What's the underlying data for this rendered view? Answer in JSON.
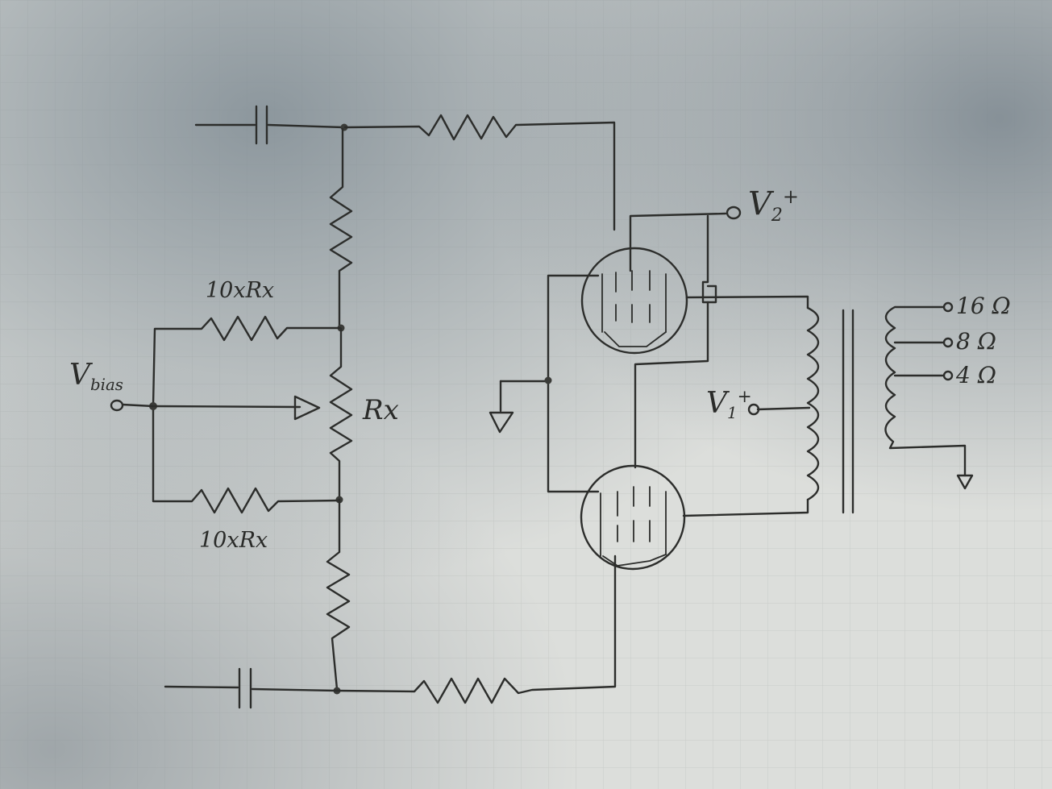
{
  "labels": {
    "upper_resistor": "10xRx",
    "lower_resistor": "10xRx",
    "pot": "Rx",
    "bias_main": "V",
    "bias_sub": "bias",
    "v2_main": "V",
    "v2_sub": "2",
    "v2_sup": "+",
    "v1_main": "V",
    "v1_sub": "1",
    "v1_sup": "+",
    "tap_16": "16 Ω",
    "tap_8": "8 Ω",
    "tap_4": "4 Ω"
  },
  "colors": {
    "paper": "#dcdedb",
    "ink": "#2c2d2b",
    "grid": "#c7cbc6",
    "shadow": "#8f989e"
  }
}
